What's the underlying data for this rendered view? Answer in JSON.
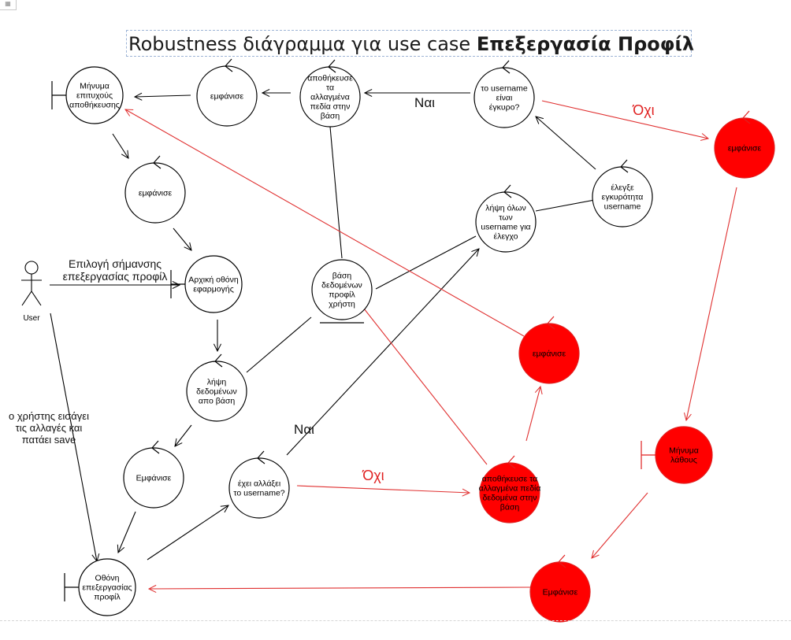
{
  "title": {
    "prefix": "Robustness διάγραμμα για use case ",
    "bold": "Επεξεργασία Προφίλ"
  },
  "corner_icon": "grid-icon",
  "colors": {
    "stroke": "#000000",
    "error_fill": "#ff0000",
    "error_stroke": "#e02020",
    "error_line": "#e03030"
  },
  "actor": {
    "label": "User"
  },
  "nodes": [
    {
      "id": "msg_success",
      "kind": "boundary",
      "lines": [
        "Μήνυμα",
        "επιτυχούς",
        "αποθήκευσης"
      ],
      "red": false
    },
    {
      "id": "show1",
      "kind": "control",
      "lines": [
        "εμφάνισε"
      ],
      "red": false
    },
    {
      "id": "save_fields",
      "kind": "control",
      "lines": [
        "αποθήκευσε",
        "τα",
        "αλλαγμένα",
        "πεδία στην",
        "βάση"
      ],
      "red": false
    },
    {
      "id": "username_valid",
      "kind": "control",
      "lines": [
        "το username",
        "είναι",
        "έγκυρο?"
      ],
      "red": false
    },
    {
      "id": "show_err_top",
      "kind": "control",
      "lines": [
        "εμφάνισε"
      ],
      "red": true
    },
    {
      "id": "show2",
      "kind": "control",
      "lines": [
        "εμφάνισε"
      ],
      "red": false
    },
    {
      "id": "check_username",
      "kind": "control",
      "lines": [
        "έλεγξε",
        "εγκυρότητα",
        "username"
      ],
      "red": false
    },
    {
      "id": "get_usernames",
      "kind": "control",
      "lines": [
        "λήψη όλων",
        "των",
        "username για",
        "έλεγχο"
      ],
      "red": false
    },
    {
      "id": "main_screen",
      "kind": "boundary",
      "lines": [
        "Αρχική οθόνη",
        "εφαρμογής"
      ],
      "red": false
    },
    {
      "id": "db",
      "kind": "entity",
      "lines": [
        "βάση",
        "δεδομένων",
        "προφίλ",
        "χρήστη"
      ],
      "red": false
    },
    {
      "id": "show_err_mid",
      "kind": "control",
      "lines": [
        "εμφάνισε"
      ],
      "red": true
    },
    {
      "id": "fetch_data",
      "kind": "control",
      "lines": [
        "λήψη",
        "δεδομένων",
        "απο βάση"
      ],
      "red": false
    },
    {
      "id": "show3",
      "kind": "control",
      "lines": [
        "Εμφάνισε"
      ],
      "red": false
    },
    {
      "id": "username_changed",
      "kind": "control",
      "lines": [
        "έχει αλλάξει",
        "το username?"
      ],
      "red": false
    },
    {
      "id": "save_fields_red",
      "kind": "control",
      "lines": [
        "αποθήκευσε τα",
        "αλλαγμένα πεδία",
        "δεδομένα στην",
        "βάση"
      ],
      "red": true
    },
    {
      "id": "msg_error",
      "kind": "boundary",
      "lines": [
        "Μήνυμα",
        "λάθους"
      ],
      "red": true
    },
    {
      "id": "edit_screen",
      "kind": "boundary",
      "lines": [
        "Οθόνη",
        "επεξεργασίας",
        "προφίλ"
      ],
      "red": false
    },
    {
      "id": "show_err_bottom",
      "kind": "control",
      "lines": [
        "Εμφάνισε"
      ],
      "red": true
    }
  ],
  "edges": [
    {
      "from": "show1",
      "to": "msg_success",
      "arrow": true,
      "red": false
    },
    {
      "from": "save_fields",
      "to": "show1",
      "arrow": true,
      "red": false
    },
    {
      "from": "username_valid",
      "to": "save_fields",
      "arrow": true,
      "red": false,
      "label": "Ναι"
    },
    {
      "from": "username_valid",
      "to": "show_err_top",
      "arrow": true,
      "red": true,
      "label": "Όχι"
    },
    {
      "from": "check_username",
      "to": "username_valid",
      "arrow": true,
      "red": false
    },
    {
      "from": "get_usernames",
      "to": "check_username",
      "arrow": false,
      "red": false
    },
    {
      "from": "msg_success",
      "to": "show2",
      "arrow": true,
      "red": false
    },
    {
      "from": "show2",
      "to": "main_screen",
      "arrow": true,
      "red": false
    },
    {
      "from": "actor",
      "to": "main_screen",
      "arrow": true,
      "red": false,
      "label": "Επιλογή σήμανσης επεξεργασίας προφίλ"
    },
    {
      "from": "main_screen",
      "to": "fetch_data",
      "arrow": true,
      "red": false
    },
    {
      "from": "fetch_data",
      "to": "db",
      "arrow": false,
      "red": false
    },
    {
      "from": "fetch_data",
      "to": "show3",
      "arrow": true,
      "red": false
    },
    {
      "from": "show3",
      "to": "edit_screen",
      "arrow": true,
      "red": false
    },
    {
      "from": "actor",
      "to": "edit_screen",
      "arrow": true,
      "red": false,
      "label": "ο χρήστης εισάγει τις αλλαγές και πατάει save"
    },
    {
      "from": "edit_screen",
      "to": "username_changed",
      "arrow": true,
      "red": false
    },
    {
      "from": "username_changed",
      "to": "get_usernames",
      "arrow": true,
      "red": false,
      "label": "Ναι"
    },
    {
      "from": "username_changed",
      "to": "save_fields_red",
      "arrow": true,
      "red": true,
      "label": "Όχι"
    },
    {
      "from": "save_fields",
      "to": "db",
      "arrow": false,
      "red": false
    },
    {
      "from": "db",
      "to": "get_usernames",
      "arrow": false,
      "red": false
    },
    {
      "from": "db",
      "to": "save_fields_red",
      "arrow": false,
      "red": true
    },
    {
      "from": "save_fields_red",
      "to": "show_err_mid",
      "arrow": true,
      "red": true
    },
    {
      "from": "show_err_mid",
      "to": "msg_success",
      "arrow": true,
      "red": true
    },
    {
      "from": "show_err_top",
      "to": "msg_error",
      "arrow": true,
      "red": true
    },
    {
      "from": "msg_error",
      "to": "show_err_bottom",
      "arrow": true,
      "red": true
    },
    {
      "from": "show_err_bottom",
      "to": "edit_screen",
      "arrow": true,
      "red": true
    }
  ]
}
